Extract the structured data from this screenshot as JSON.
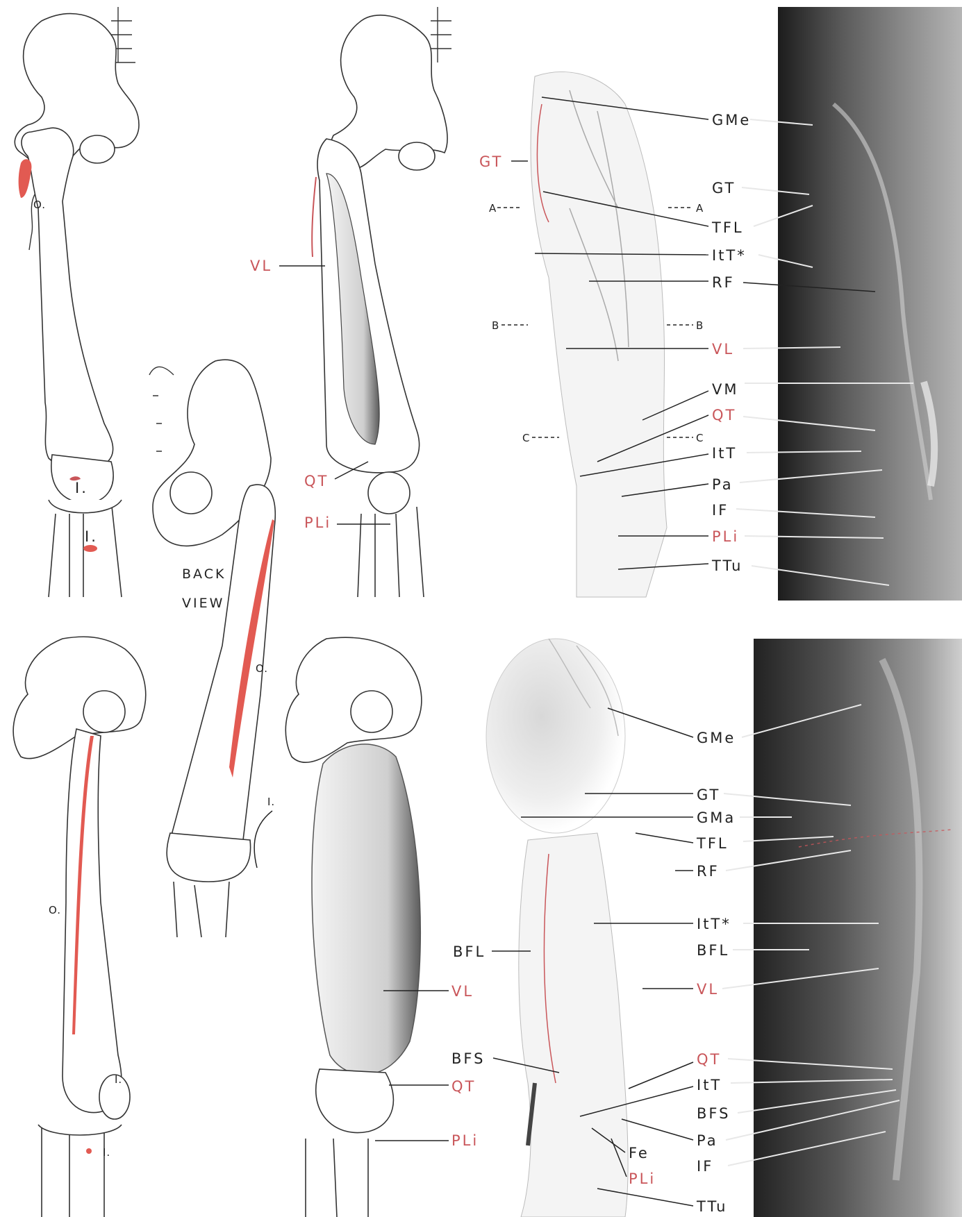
{
  "colors": {
    "red": "#c9565a",
    "muscle_red": "#e25a52",
    "gray": "#888888",
    "photo_dark": "#2a2a2a"
  },
  "markers": {
    "origin": "O.",
    "insertion": "I."
  },
  "back_view": {
    "line1": "BACK",
    "line2": "VIEW"
  },
  "section_marks": {
    "a": "A",
    "b": "B",
    "c": "C"
  },
  "top_labels": {
    "gt_left": "GT",
    "vl_drawing": "VL",
    "qt_drawing": "QT",
    "pli_drawing": "PLi",
    "gme": "GMe",
    "gt": "GT",
    "tfl": "TFL",
    "itt_star": "ItT*",
    "rf": "RF",
    "vl": "VL",
    "vm": "VM",
    "qt": "QT",
    "itt": "ItT",
    "pa": "Pa",
    "if": "IF",
    "pli": "PLi",
    "ttu": "TTu"
  },
  "bottom_labels": {
    "gme": "GMe",
    "gt": "GT",
    "gma": "GMa",
    "tfl": "TFL",
    "rf": "RF",
    "itt_star": "ItT*",
    "bfl_left": "BFL",
    "bfl": "BFL",
    "vl_drawing": "VL",
    "vl": "VL",
    "bfs_left": "BFS",
    "qt_drawing": "QT",
    "pli_drawing": "PLi",
    "qt": "QT",
    "itt": "ItT",
    "bfs": "BFS",
    "pa": "Pa",
    "fe": "Fe",
    "if": "IF",
    "pli": "PLi",
    "ttu": "TTu"
  }
}
